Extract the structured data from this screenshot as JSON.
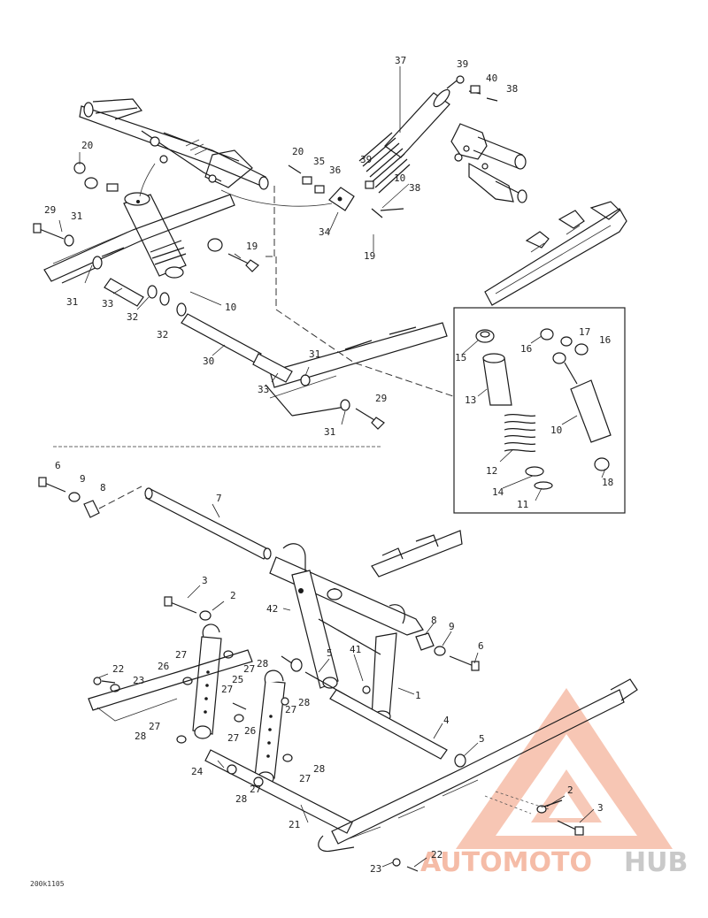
{
  "figure_code": "200k1105",
  "watermark": {
    "brand_part1": "AUTOMOTO",
    "brand_part2": "HUB",
    "color_primary": "#f2a68a",
    "color_secondary": "#c9c9c9"
  },
  "callouts": {
    "c37": "37",
    "c39a": "39",
    "c40": "40",
    "c38a": "38",
    "c20a": "20",
    "c20b": "20",
    "c35": "35",
    "c36": "36",
    "c39b": "39",
    "c10a": "10",
    "c38b": "38",
    "c34": "34",
    "c19a": "19",
    "c19b": "19",
    "c29a": "29",
    "c31a": "31",
    "c31b": "31",
    "c33a": "33",
    "c32a": "32",
    "c32b": "32",
    "c10b": "10",
    "c30": "30",
    "c31c": "31",
    "c33b": "33",
    "c29b": "29",
    "c31d": "31",
    "c15": "15",
    "c16a": "16",
    "c17": "17",
    "c16b": "16",
    "c13": "13",
    "c10c": "10",
    "c12": "12",
    "c14": "14",
    "c18": "18",
    "c11": "11",
    "c6a": "6",
    "c9a": "9",
    "c8a": "8",
    "c7": "7",
    "c3a": "3",
    "c2a": "2",
    "c42": "42",
    "c8b": "8",
    "c9b": "9",
    "c6b": "6",
    "c41": "41",
    "c5a": "5",
    "c1": "1",
    "c22a": "22",
    "c23a": "23",
    "c26a": "26",
    "c27a": "27",
    "c28a": "28",
    "c25": "25",
    "c27b": "27",
    "c27c": "27",
    "c28b": "28",
    "c27d": "27",
    "c26b": "26",
    "c27e": "27",
    "c28c": "28",
    "c27f": "27",
    "c24": "24",
    "c28d": "28",
    "c27g": "27",
    "c27h": "27",
    "c28e": "28",
    "c4": "4",
    "c5b": "5",
    "c21": "21",
    "c2b": "2",
    "c3b": "3",
    "c23b": "23",
    "c22b": "22"
  }
}
